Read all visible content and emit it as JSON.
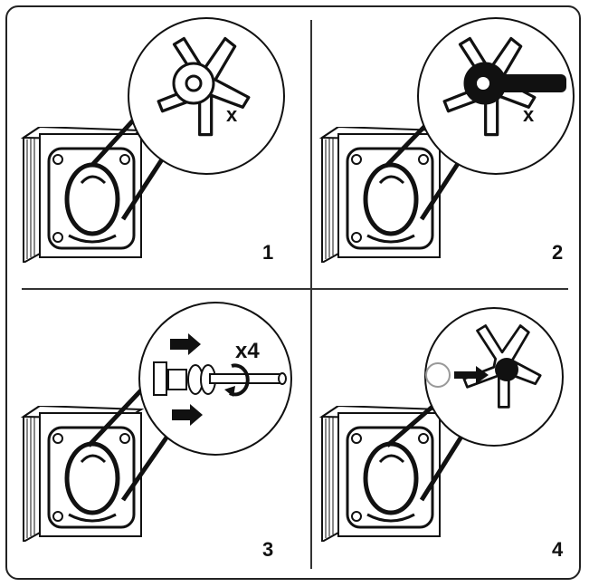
{
  "steps": [
    {
      "number": "1",
      "multiplier": "x"
    },
    {
      "number": "2",
      "multiplier": "x"
    },
    {
      "number": "3",
      "multiplier": "x4"
    },
    {
      "number": "4",
      "multiplier": ""
    }
  ]
}
